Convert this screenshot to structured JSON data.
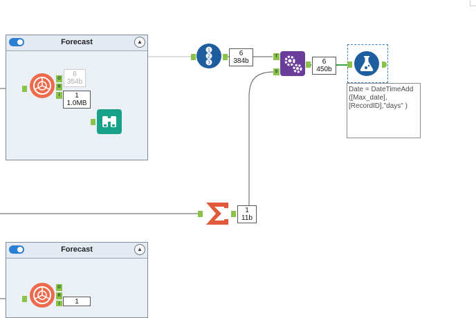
{
  "containers": [
    {
      "title": "Forecast"
    },
    {
      "title": "Forecast"
    }
  ],
  "forecast_tool": {
    "anchors": [
      "O",
      "R",
      "I"
    ],
    "output_dim": {
      "rows": "6",
      "size": "354b"
    },
    "output_main": {
      "rows": "1",
      "size": "1.0MB"
    },
    "bottom_rows": "1"
  },
  "union_output": {
    "rows": "6",
    "size": "384b"
  },
  "append_anchors": [
    "T",
    "S"
  ],
  "append_output": {
    "rows": "6",
    "size": "450b"
  },
  "summarize_output": {
    "rows": "1",
    "size": "11b"
  },
  "formula_annotation": "Date = DateTimeAdd ([Max_date], [RecordID],\"days\" )",
  "colors": {
    "anchor_green": "#8bc34a",
    "container_bg": "#eaf0f6",
    "union_blue": "#1e5d9e",
    "append_purple": "#6a3d9a",
    "summarize_orange": "#e05a3a",
    "browse_teal": "#17a08a",
    "forecast_red": "#ee6a4c"
  }
}
